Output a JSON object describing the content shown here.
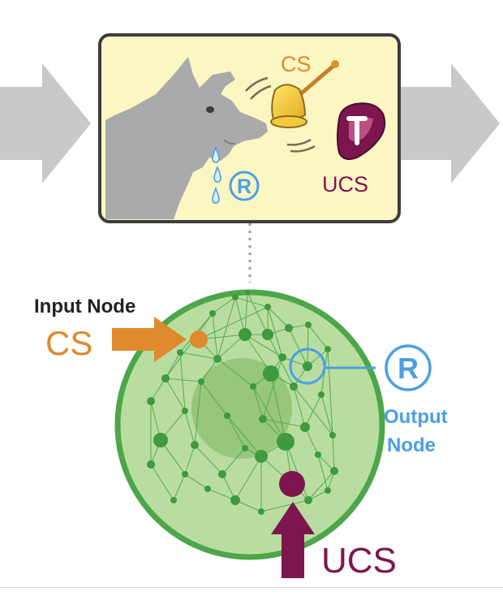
{
  "top_panel": {
    "cs_label": "CS",
    "ucs_label": "UCS",
    "response_symbol": "R"
  },
  "network": {
    "input_node_caption": "Input Node",
    "input_stimulus": "CS",
    "response_symbol": "R",
    "output_node_caption_line1": "Output",
    "output_node_caption_line2": "Node",
    "bottom_stimulus": "UCS"
  },
  "colors": {
    "cs_orange": "#E08A2E",
    "ucs_maroon": "#7D1650",
    "response_blue": "#4A9FE6",
    "network_green": "#4CA64A",
    "circle_fill": "#B9DDA0",
    "panel_fill": "#FCF6C2",
    "dog_gray": "#A9AAAC",
    "flow_arrow_gray": "#C9C9C9"
  },
  "icons": [
    "dog-silhouette-icon",
    "bell-icon",
    "steak-icon",
    "drool-icon",
    "flow-arrow-icon"
  ]
}
